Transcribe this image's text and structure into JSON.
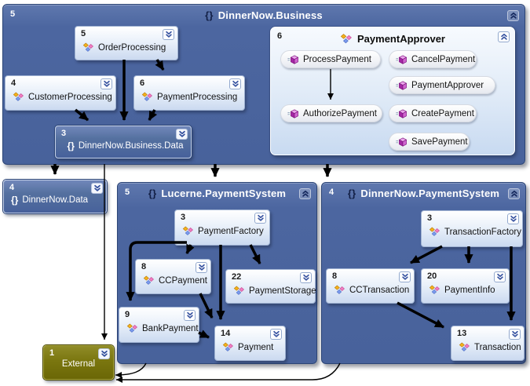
{
  "diagram": {
    "kind": "dependency-graph",
    "colors": {
      "group_blue": "#4C66A0",
      "group_border": "#2C4576",
      "node_light": "#E2ECF8",
      "dark_node_blue": "#54709F",
      "external_olive": "#7A760F",
      "arrow_black": "#000000",
      "chevron_blue": "#3A55A2"
    },
    "icons": {
      "namespace_glyph": "{}",
      "class_icon": "class-icon",
      "method_icon": "method-icon",
      "expand_icon": "double-chevron-down",
      "collapse_icon": "double-chevron-up"
    },
    "groups": {
      "business": {
        "badge": "5",
        "title": "DinnerNow.Business",
        "nodes": {
          "order_processing": {
            "badge": "5",
            "label": "OrderProcessing"
          },
          "customer_processing": {
            "badge": "4",
            "label": "CustomerProcessing"
          },
          "payment_processing": {
            "badge": "6",
            "label": "PaymentProcessing"
          },
          "business_data": {
            "badge": "3",
            "label": "DinnerNow.Business.Data"
          }
        },
        "payment_approver": {
          "badge": "6",
          "title": "PaymentApprover",
          "methods": {
            "process": {
              "label": "ProcessPayment"
            },
            "cancel": {
              "label": "CancelPayment"
            },
            "approver": {
              "label": "PaymentApprover"
            },
            "authorize": {
              "label": "AuthorizePayment"
            },
            "create": {
              "label": "CreatePayment"
            },
            "save": {
              "label": "SavePayment"
            }
          }
        }
      },
      "dinnernow_data": {
        "badge": "4",
        "label": "DinnerNow.Data"
      },
      "lucerne": {
        "badge": "5",
        "title": "Lucerne.PaymentSystem",
        "nodes": {
          "payment_factory": {
            "badge": "3",
            "label": "PaymentFactory"
          },
          "cc_payment": {
            "badge": "8",
            "label": "CCPayment"
          },
          "payment_storage": {
            "badge": "22",
            "label": "PaymentStorage"
          },
          "bank_payment": {
            "badge": "9",
            "label": "BankPayment"
          },
          "payment": {
            "badge": "14",
            "label": "Payment"
          }
        }
      },
      "dinnernow_payment_system": {
        "badge": "4",
        "title": "DinnerNow.PaymentSystem",
        "nodes": {
          "transaction_factory": {
            "badge": "3",
            "label": "TransactionFactory"
          },
          "cc_transaction": {
            "badge": "8",
            "label": "CCTransaction"
          },
          "payment_info": {
            "badge": "20",
            "label": "PaymentInfo"
          },
          "transaction": {
            "badge": "13",
            "label": "Transaction"
          }
        }
      },
      "external": {
        "badge": "1",
        "label": "External"
      }
    },
    "edges": [
      {
        "from": "OrderProcessing",
        "to": "DinnerNow.Business.Data"
      },
      {
        "from": "OrderProcessing",
        "to": "PaymentProcessing"
      },
      {
        "from": "CustomerProcessing",
        "to": "DinnerNow.Business.Data"
      },
      {
        "from": "PaymentProcessing",
        "to": "DinnerNow.Business.Data"
      },
      {
        "from": "ProcessPayment",
        "to": "AuthorizePayment"
      },
      {
        "from": "DinnerNow.Business",
        "to": "DinnerNow.Data"
      },
      {
        "from": "DinnerNow.Business",
        "to": "Lucerne.PaymentSystem"
      },
      {
        "from": "DinnerNow.Business",
        "to": "DinnerNow.PaymentSystem"
      },
      {
        "from": "DinnerNow.Business",
        "to": "External"
      },
      {
        "from": "PaymentFactory",
        "to": "CCPayment"
      },
      {
        "from": "PaymentFactory",
        "to": "PaymentStorage"
      },
      {
        "from": "PaymentFactory",
        "to": "BankPayment"
      },
      {
        "from": "PaymentFactory",
        "to": "Payment"
      },
      {
        "from": "CCPayment",
        "to": "Payment"
      },
      {
        "from": "BankPayment",
        "to": "Payment"
      },
      {
        "from": "TransactionFactory",
        "to": "CCTransaction"
      },
      {
        "from": "TransactionFactory",
        "to": "PaymentInfo"
      },
      {
        "from": "TransactionFactory",
        "to": "Transaction"
      },
      {
        "from": "CCTransaction",
        "to": "Transaction"
      },
      {
        "from": "Lucerne.PaymentSystem",
        "to": "External"
      },
      {
        "from": "DinnerNow.PaymentSystem",
        "to": "External"
      }
    ]
  }
}
